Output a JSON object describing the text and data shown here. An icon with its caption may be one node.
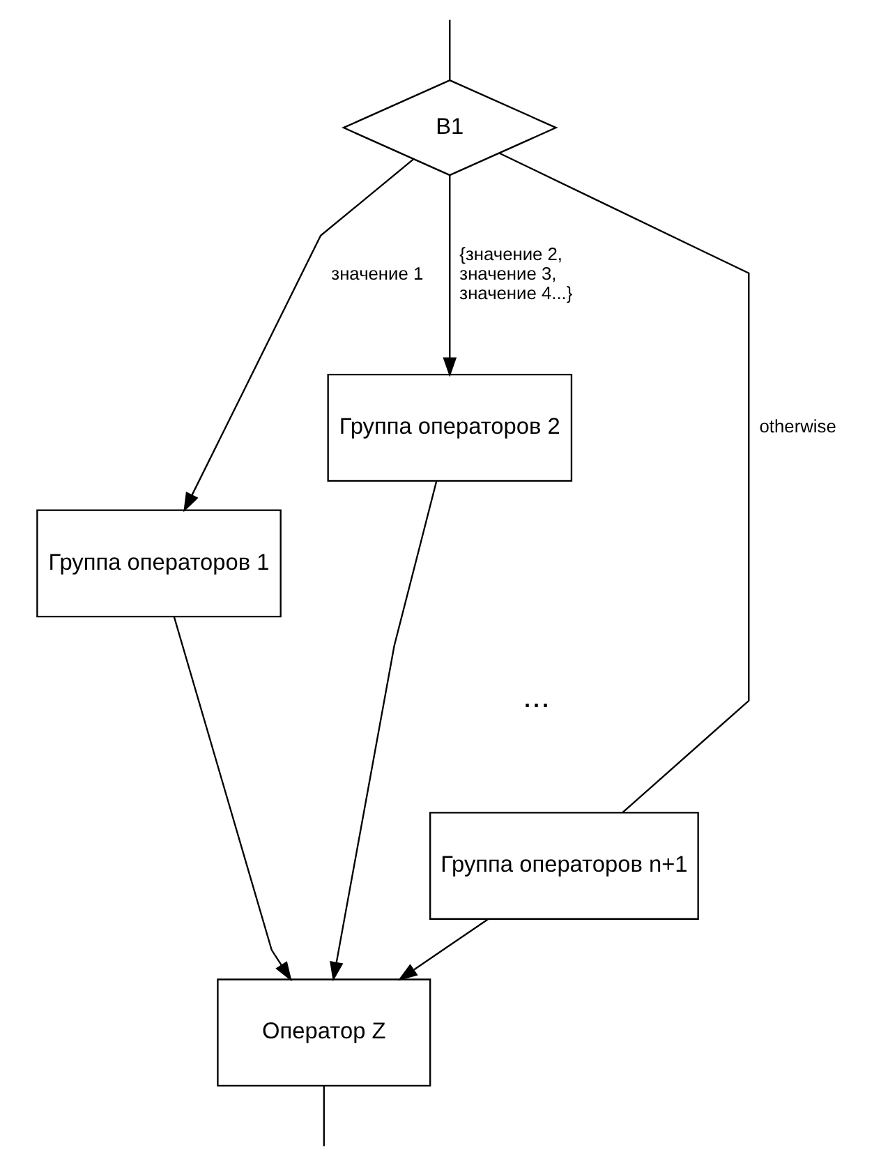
{
  "diagram": {
    "nodes": [
      {
        "text": [
          "B1"
        ]
      },
      {
        "text": [
          "Группа операторов 1"
        ]
      },
      {
        "text": [
          "Группа операторов 2"
        ]
      },
      {
        "text": [
          "Группа операторов n+1"
        ]
      },
      {
        "text": [
          "Оператор Z"
        ]
      }
    ],
    "edges": [
      {
        "from": null,
        "to": 0,
        "arrow": "none"
      },
      {
        "from": 0,
        "to": 1,
        "arrow": "to",
        "label": "значение 1"
      },
      {
        "from": 0,
        "to": 2,
        "arrow": "to",
        "label": "{значение 2, значение 3, значение 4...}"
      },
      {
        "from": 0,
        "to": 3,
        "arrow": "none",
        "label": "otherwise"
      },
      {
        "from": 1,
        "to": 4,
        "arrow": "to"
      },
      {
        "from": 2,
        "to": 4,
        "arrow": "to"
      },
      {
        "from": 3,
        "to": 4,
        "arrow": "to"
      },
      {
        "from": 4,
        "to": null,
        "arrow": "none"
      }
    ],
    "labels": [
      "..."
    ]
  }
}
